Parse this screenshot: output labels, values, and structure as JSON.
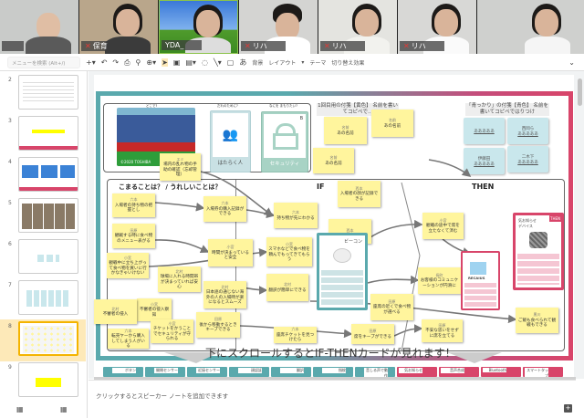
{
  "video": {
    "participants": [
      {
        "name": ""
      },
      {
        "name": "保育"
      },
      {
        "name": "YDA_"
      },
      {
        "name": "リハ"
      },
      {
        "name": "リハ"
      },
      {
        "name": "リハ"
      }
    ],
    "mic_muted_icon": "mic-off-icon"
  },
  "toolbar": {
    "search_placeholder": "メニューを検索 (Alt+/)",
    "items": [
      "背景",
      "レイアウト",
      "テーマ",
      "切り替え効果"
    ],
    "text_tool": "あ"
  },
  "sidebar": {
    "slide_numbers": [
      "2",
      "3",
      "4",
      "5",
      "6",
      "7",
      "8",
      "9"
    ],
    "selected": "8"
  },
  "slide": {
    "top_cards": [
      {
        "q": "どこで?",
        "caption": "©2020 TOSHIBA"
      },
      {
        "q": "だれのために?",
        "caption": "はたらく人"
      },
      {
        "q": "なにを まもりたい?",
        "caption": "セキュリティ",
        "letter": "B"
      }
    ],
    "label_yellow": "1回目用の付箋【黄色】 名前を書いてコピペで…",
    "label_blue": "「青っかり」の付箋【青色】 名前を書いてコピペではりつけ",
    "blue_notes": [
      {
        "name": "",
        "text": "あああああ"
      },
      {
        "name": "西岡ら",
        "text": "あああああ"
      },
      {
        "name": "伊藤田",
        "text": "あああああ"
      },
      {
        "name": "二木下",
        "text": "あああああ"
      }
    ],
    "heading_left": "こまることは？ / うれしいことは？",
    "heading_if": "IF",
    "heading_then": "THEN",
    "beacon_card": "ビーコン",
    "recaius_card": "RECAIUS",
    "device_card": "気お知らせ デバイス",
    "then_tag": "THEN",
    "banner": "下にスクロールするとIF-THENカードが見れます！"
  },
  "notes": [
    {
      "name": "六本",
      "text": "入場者の持ち物の把握とし"
    },
    {
      "name": "六本",
      "text": "入場券の購入記録ができる"
    },
    {
      "name": "六本",
      "text": "持ち物が先にわかる"
    },
    {
      "name": "田原",
      "text": "観戦する時に食べ物のメニュー表がる"
    },
    {
      "name": "小宮",
      "text": "時間が決まっていると安全"
    },
    {
      "name": "小宮",
      "text": "スマホなどで食べ物を頼んでもってきてもらう"
    },
    {
      "name": "小宮",
      "text": "観戦中に立ち上がって食べ物を買いに行かなきゃいけない"
    },
    {
      "name": "北村",
      "text": "球場に入れる時間帯が決まっていれば安心"
    },
    {
      "name": "北村",
      "text": "日本語の通じない海外の人の入場時が楽になるとスムーズ"
    },
    {
      "name": "北村",
      "text": "翻訳が簡単にできる"
    },
    {
      "name": "北村",
      "text": "不審者の侵入"
    },
    {
      "name": "小宮",
      "text": "不審者の侵入察知"
    },
    {
      "name": "田原",
      "text": "後から移動するときキープできる"
    },
    {
      "name": "小宮",
      "text": "チケットをかうことでセキュリティが守られる"
    },
    {
      "name": "六本",
      "text": "転売ヤーから購入してしまう人がいる"
    },
    {
      "name": "六本",
      "text": "座席チケットを見つけたら"
    },
    {
      "name": "西本",
      "text": "入場者の顔が記録できる"
    },
    {
      "name": "西本",
      "text": ""
    },
    {
      "name": "田原",
      "text": "座席の近くで食べ物が選べる"
    },
    {
      "name": "田原",
      "text": "席をキープができる"
    },
    {
      "name": "小宮",
      "text": "観戦の途中で席を立たなくて済む"
    },
    {
      "name": "長町",
      "text": "お客様のコミュニケーションが円滑に"
    },
    {
      "name": "田原",
      "text": "不安な思いをせずに席を立てる"
    },
    {
      "name": "黒川",
      "text": "ご飯も食べられて観戦もできる"
    },
    {
      "name": "名前",
      "text": "あの名前"
    },
    {
      "name": "名前",
      "text": "あの名前"
    },
    {
      "name": "名前",
      "text": "あの名前"
    },
    {
      "name": "エミ",
      "text": "場内の乱れ物の手助の確認（忘却管理）"
    }
  ],
  "bottom_cards": [
    "ボタン",
    "開閉センサー",
    "近接センサー",
    "顔認証",
    "翻訳",
    "指紋",
    "音しる声で動作",
    "気お知らせ",
    "音声合成",
    "Bluetooth",
    "スマートタップ"
  ],
  "speaker_notes": {
    "placeholder": "クリックするとスピーカー ノートを追加できます"
  },
  "colors": {
    "teal": "#5aa9ad",
    "pink": "#d8456a",
    "sticky": "#fff59d",
    "blue_sticky": "#c9e7ec"
  }
}
